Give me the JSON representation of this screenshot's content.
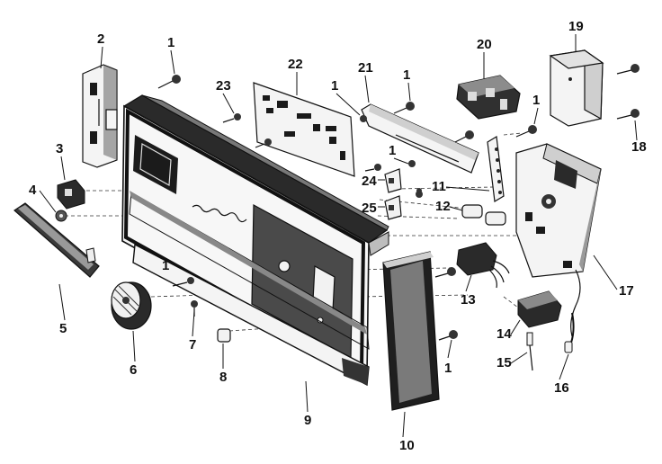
{
  "diagram": {
    "parts": [
      {
        "key": "p1a",
        "label": "1"
      },
      {
        "key": "p2",
        "label": "2"
      },
      {
        "key": "p3",
        "label": "3"
      },
      {
        "key": "p4",
        "label": "4"
      },
      {
        "key": "p5",
        "label": "5"
      },
      {
        "key": "p6",
        "label": "6"
      },
      {
        "key": "p7",
        "label": "7"
      },
      {
        "key": "p8",
        "label": "8"
      },
      {
        "key": "p9",
        "label": "9"
      },
      {
        "key": "p10",
        "label": "10"
      },
      {
        "key": "p11",
        "label": "11"
      },
      {
        "key": "p12",
        "label": "12"
      },
      {
        "key": "p13",
        "label": "13"
      },
      {
        "key": "p14",
        "label": "14"
      },
      {
        "key": "p15",
        "label": "15"
      },
      {
        "key": "p16",
        "label": "16"
      },
      {
        "key": "p17",
        "label": "17"
      },
      {
        "key": "p18",
        "label": "18"
      },
      {
        "key": "p19",
        "label": "19"
      },
      {
        "key": "p20",
        "label": "20"
      },
      {
        "key": "p21",
        "label": "21"
      },
      {
        "key": "p22",
        "label": "22"
      },
      {
        "key": "p23",
        "label": "23"
      },
      {
        "key": "p24",
        "label": "24"
      },
      {
        "key": "p25",
        "label": "25"
      },
      {
        "key": "p1b",
        "label": "1"
      },
      {
        "key": "p1c",
        "label": "1"
      },
      {
        "key": "p1d",
        "label": "1"
      },
      {
        "key": "p1e",
        "label": "1"
      },
      {
        "key": "p1f",
        "label": "1"
      },
      {
        "key": "p1g",
        "label": "1"
      }
    ]
  }
}
